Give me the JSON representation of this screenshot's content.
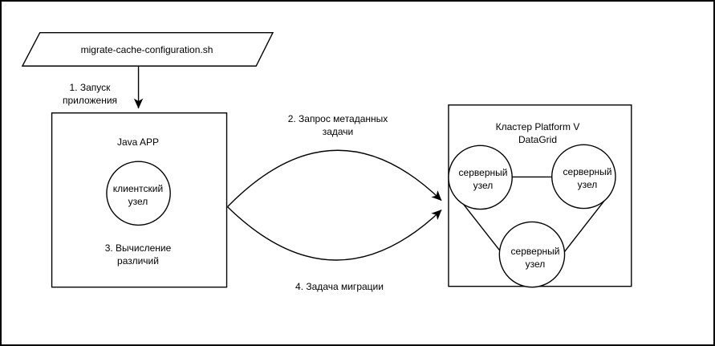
{
  "canvas": {
    "background": "#ffffff",
    "border_color": "#000000",
    "stroke_color": "#000000",
    "shape_fill": "#ffffff",
    "text_color": "#000000"
  },
  "script_file": {
    "shape": "parallelogram",
    "label": "migrate-cache-configuration.sh"
  },
  "java_app": {
    "shape": "rectangle",
    "title": "Java APP",
    "client_node": {
      "shape": "circle",
      "label": "клиентский\nузел"
    },
    "step3_note": "3. Вычисление\nразличий"
  },
  "cluster": {
    "shape": "rectangle",
    "title": "Кластер Platform V\nDataGrid",
    "server_nodes": [
      {
        "shape": "circle",
        "label": "серверный\nузел"
      },
      {
        "shape": "circle",
        "label": "серверный\nузел"
      },
      {
        "shape": "circle",
        "label": "серверный\nузел"
      }
    ]
  },
  "edges": {
    "step1": {
      "label": "1. Запуск\nприложения",
      "from": "script_file",
      "to": "java_app"
    },
    "step2": {
      "label": "2. Запрос метаданных\nзадачи",
      "from": "java_app",
      "to": "cluster"
    },
    "step4": {
      "label": "4. Задача миграции",
      "from": "java_app",
      "to": "cluster"
    }
  }
}
